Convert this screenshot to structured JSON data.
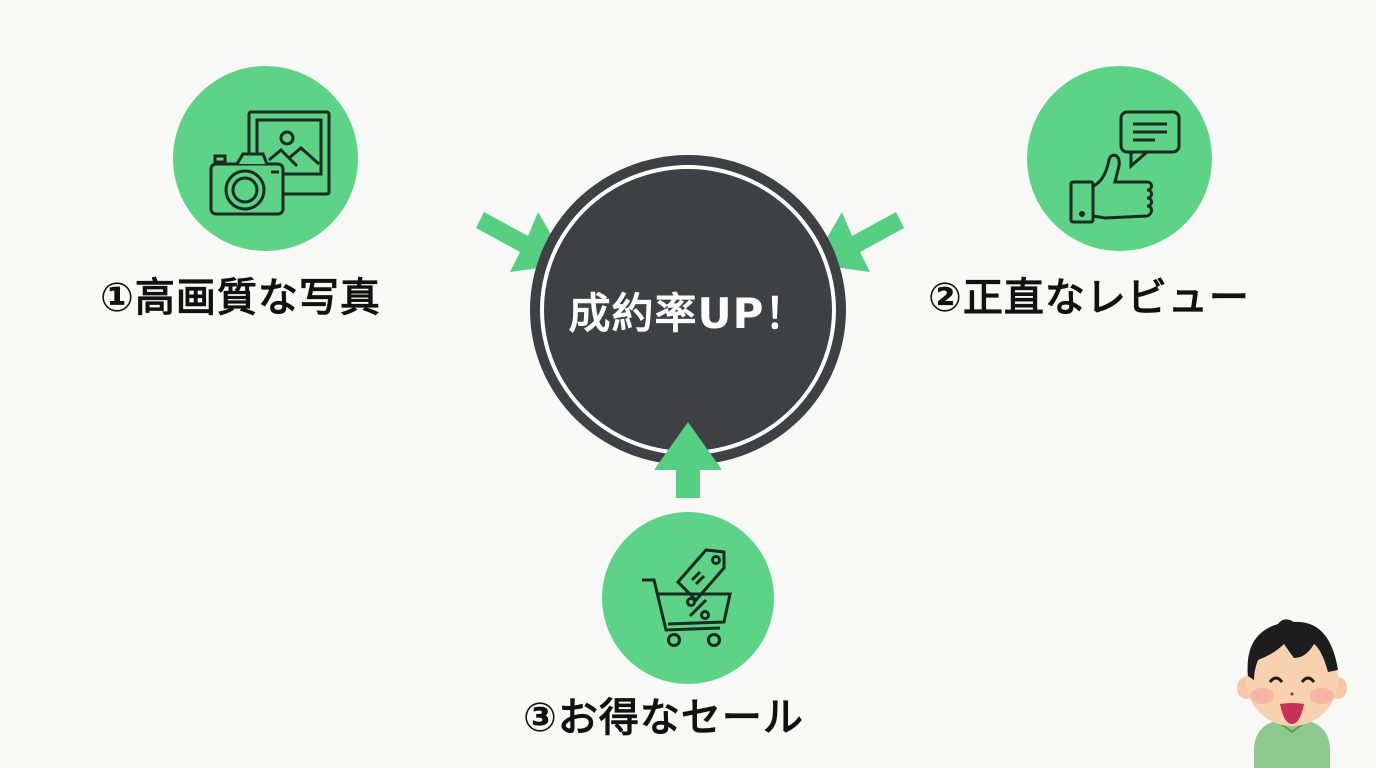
{
  "diagram": {
    "center": {
      "label": "成約率UP！",
      "fill": "#3e4044",
      "ring": "#ffffff"
    },
    "factors": [
      {
        "number": "①",
        "label": "①高画質な写真",
        "icon": "camera-photo-icon"
      },
      {
        "number": "②",
        "label": "②正直なレビュー",
        "icon": "thumbs-up-review-icon"
      },
      {
        "number": "③",
        "label": "③お得なセール",
        "icon": "shopping-cart-sale-icon"
      }
    ],
    "colors": {
      "accent_green": "#5cd387",
      "arrow_green": "#55d083",
      "dark": "#3e4044",
      "background": "#f8f8f7",
      "text": "#111111"
    },
    "character": {
      "icon": "smiling-person-icon"
    }
  }
}
